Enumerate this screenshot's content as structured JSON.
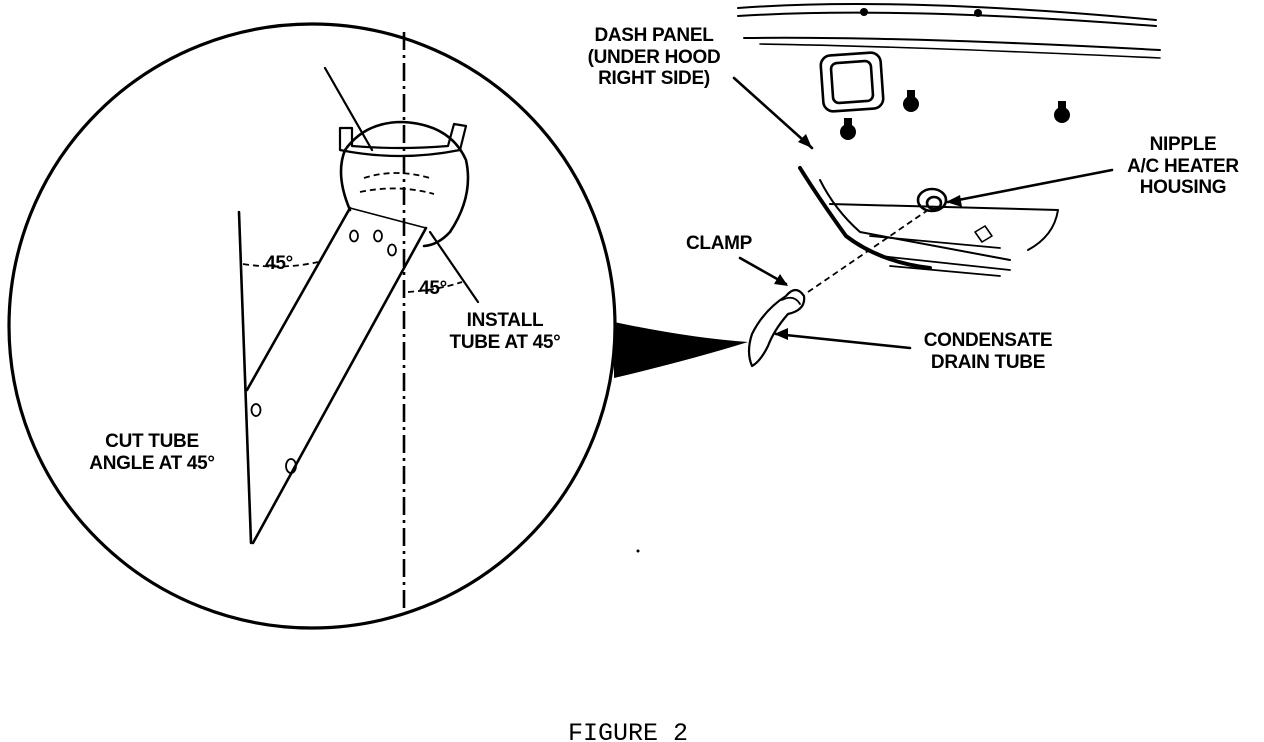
{
  "labels": {
    "dash_panel_1": "DASH PANEL",
    "dash_panel_2": "(UNDER HOOD",
    "dash_panel_3": "RIGHT SIDE)",
    "nipple_1": "NIPPLE",
    "nipple_2": "A/C HEATER",
    "nipple_3": "HOUSING",
    "clamp": "CLAMP",
    "condensate_1": "CONDENSATE",
    "condensate_2": "DRAIN TUBE",
    "install_1": "INSTALL",
    "install_2": "TUBE AT 45°",
    "cut_1": "CUT TUBE",
    "cut_2": "ANGLE AT 45°",
    "angle_a": "45°",
    "angle_b": "45°"
  },
  "caption": "FIGURE 2"
}
